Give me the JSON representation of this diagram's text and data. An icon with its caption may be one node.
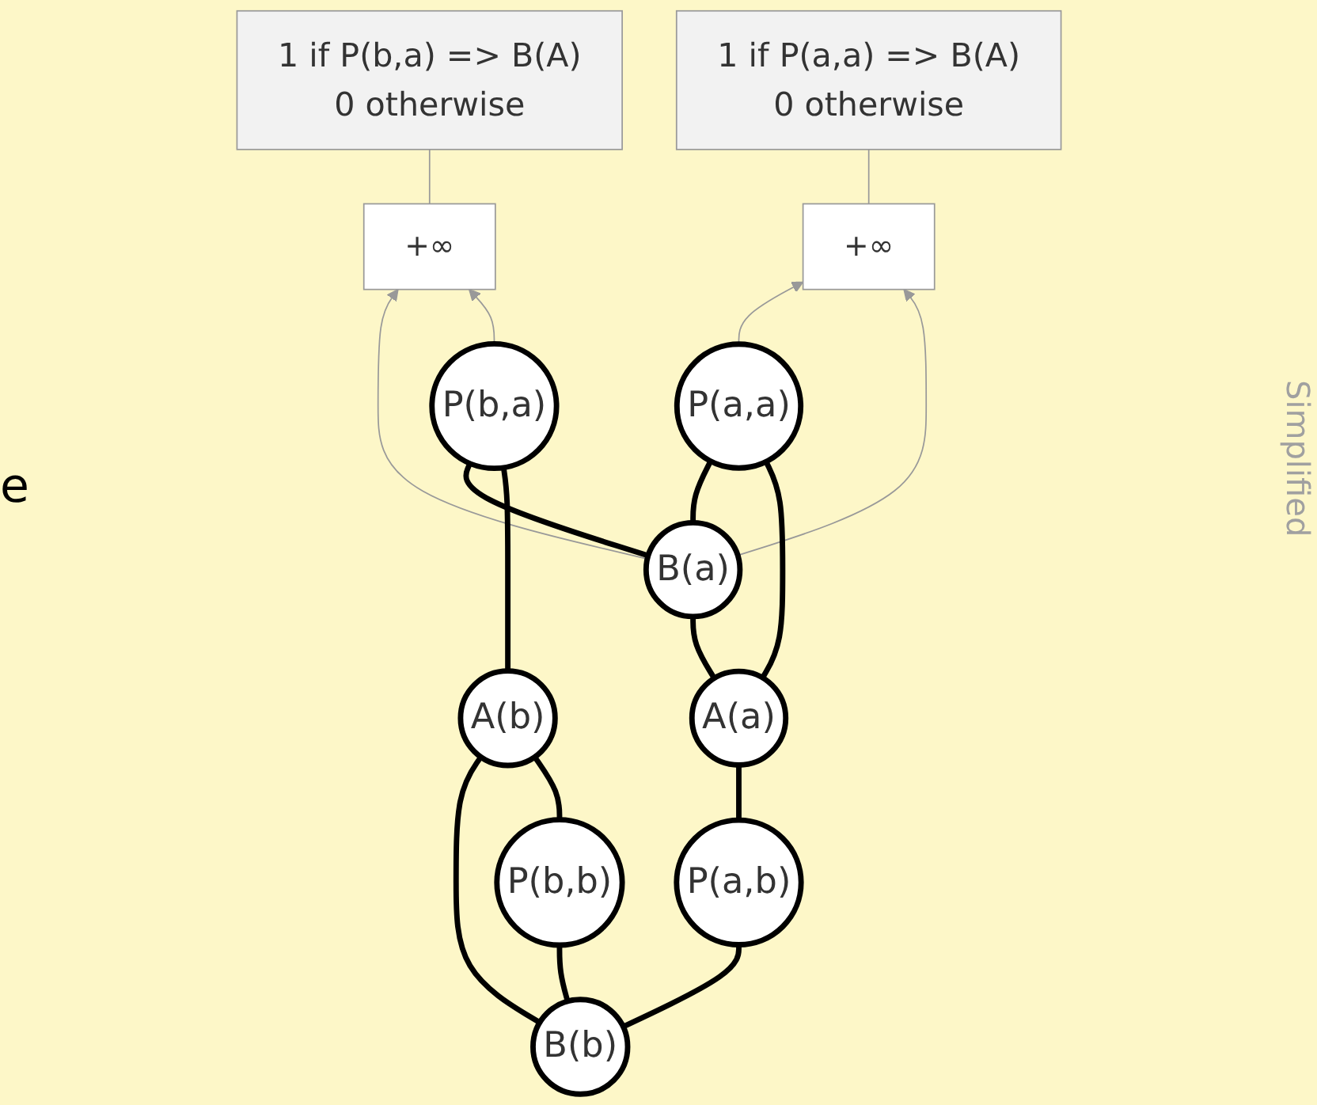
{
  "diagram": {
    "nodes": [
      {
        "text": [
          "1 if P(a,a) => B(A)",
          "0 otherwise"
        ]
      },
      {
        "text": [
          "1 if P(b,a) => B(A)",
          "0 otherwise"
        ]
      },
      {
        "text": [
          "+∞"
        ]
      },
      {
        "text": [
          "+∞"
        ]
      },
      {
        "text": [
          "P(a,a)"
        ]
      },
      {
        "text": [
          "B(a)"
        ]
      },
      {
        "text": [
          "P(b,a)"
        ]
      },
      {
        "text": [
          "A(a)"
        ]
      },
      {
        "text": [
          "A(b)"
        ]
      },
      {
        "text": [
          "B(b)"
        ]
      },
      {
        "text": [
          "P(a,b)"
        ]
      },
      {
        "text": [
          "P(b,b)"
        ]
      }
    ],
    "edges": [
      {
        "from": 0,
        "to": 2,
        "arrow": "none",
        "color": "#999999"
      },
      {
        "from": 1,
        "to": 3,
        "arrow": "none",
        "color": "#999999"
      },
      {
        "from": 4,
        "to": 2,
        "arrow": "to",
        "color": "#999999"
      },
      {
        "from": 5,
        "to": 2,
        "arrow": "to",
        "color": "#999999"
      },
      {
        "from": 5,
        "to": 3,
        "arrow": "to",
        "color": "#999999"
      },
      {
        "from": 6,
        "to": 3,
        "arrow": "to",
        "color": "#999999"
      },
      {
        "from": 4,
        "to": 5,
        "arrow": "none"
      },
      {
        "from": 5,
        "to": 6,
        "arrow": "none"
      },
      {
        "from": 4,
        "to": 7,
        "arrow": "none"
      },
      {
        "from": 7,
        "to": 5,
        "arrow": "none"
      },
      {
        "from": 6,
        "to": 8,
        "arrow": "none"
      },
      {
        "from": 7,
        "to": 10,
        "arrow": "none"
      },
      {
        "from": 8,
        "to": 9,
        "arrow": "none"
      },
      {
        "from": 8,
        "to": 11,
        "arrow": "none"
      },
      {
        "from": 10,
        "to": 9,
        "arrow": "none"
      },
      {
        "from": 9,
        "to": 11,
        "arrow": "none"
      }
    ],
    "labels": [
      "e",
      "Simplified"
    ]
  }
}
